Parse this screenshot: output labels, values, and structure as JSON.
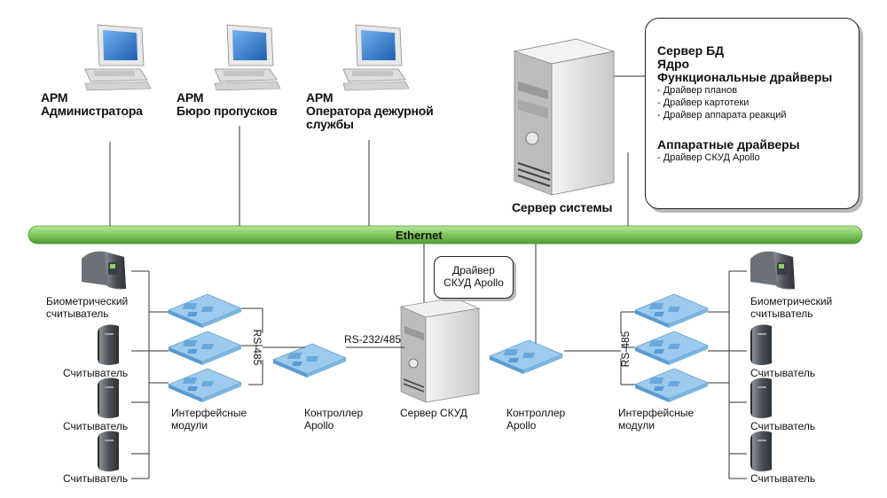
{
  "workstations": [
    {
      "lines": [
        "АРМ",
        "Администратора"
      ]
    },
    {
      "lines": [
        "АРМ",
        "Бюро пропусков"
      ]
    },
    {
      "lines": [
        "АРМ",
        "Оператора дежурной",
        "службы"
      ]
    }
  ],
  "system_server": {
    "label": "Сервер системы",
    "info": {
      "heading1": "Сервер БД",
      "heading2": "Ядро",
      "heading3": "Функциональные драйверы",
      "functional_drivers": [
        "- Драйвер планов",
        "- Драйвер картотеки",
        "- Драйвер аппарата реакций"
      ],
      "heading4": "Аппаратные драйверы",
      "hardware_drivers": [
        "- Драйвер СКУД Apollo"
      ]
    }
  },
  "network": {
    "label": "Ethernet"
  },
  "acs_server": {
    "label": "Сервер СКУД",
    "driver_callout": [
      "Драйвер",
      "СКУД Apollo"
    ]
  },
  "links": {
    "serial": "RS-232/485",
    "rs485_left": "RS-485",
    "rs485_right": "RS-485"
  },
  "left_side": {
    "controller": [
      "Контроллер",
      "Apollo"
    ],
    "modules": [
      "Интерфейсные",
      "модули"
    ],
    "biometric": [
      "Биометрический",
      "считыватель"
    ],
    "readers": [
      "Считыватель",
      "Считыватель",
      "Считыватель"
    ]
  },
  "right_side": {
    "controller": [
      "Контроллер",
      "Apollo"
    ],
    "modules": [
      "Интерфейсные",
      "модули"
    ],
    "biometric": [
      "Биометрический",
      "считыватель"
    ],
    "readers": [
      "Считыватель",
      "Считыватель",
      "Считыватель"
    ]
  },
  "colors": {
    "ethernet": "#7ec85a",
    "board": "#9ccbee",
    "board_dark": "#5a9bd0",
    "monitor_screen": "#2f7fd4",
    "device_grey": "#d8d8d8",
    "reader_dark": "#5b6168"
  }
}
